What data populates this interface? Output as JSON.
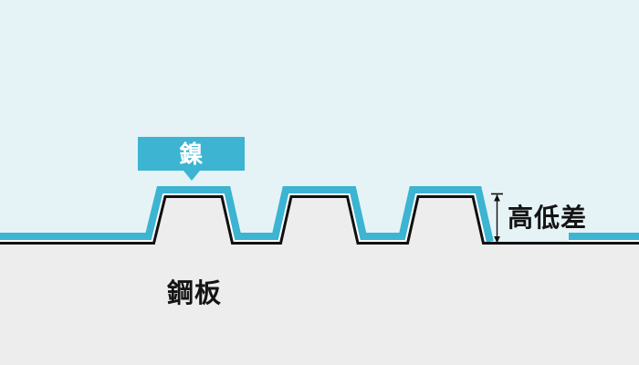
{
  "labels": {
    "coating": "鎳",
    "substrate": "鋼板",
    "dimension": "高低差"
  },
  "colors": {
    "background": "#e5f3f6",
    "substrate": "#ededed",
    "coating": "#3cb4d2",
    "coating_gap": "#ffffff",
    "outline": "#101010",
    "callout_text": "#ffffff",
    "text": "#141414"
  }
}
